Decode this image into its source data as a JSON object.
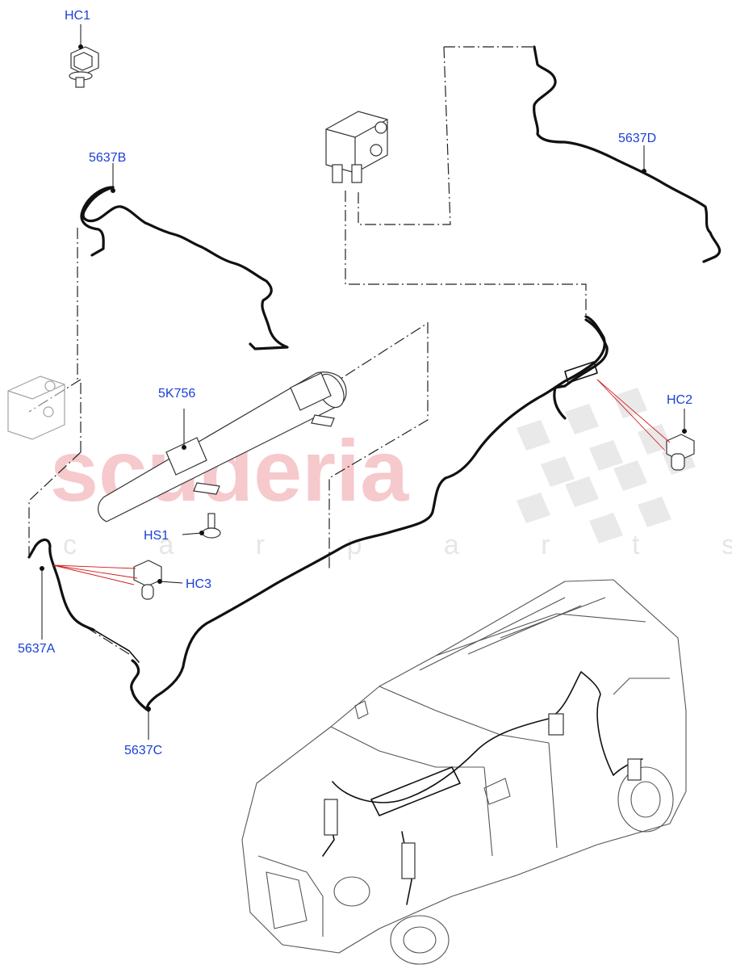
{
  "callouts": {
    "hc1": "HC1",
    "p5637b": "5637B",
    "p5637d": "5637D",
    "hc2": "HC2",
    "k756": "5K756",
    "hs1": "HS1",
    "hc3": "HC3",
    "p5637a": "5637A",
    "p5637c": "5637C"
  },
  "watermark": {
    "main": "scuderia",
    "sub": "c a r p a r t s"
  },
  "colors": {
    "callout_text": "#1a3fd6",
    "watermark": "#f6c9cc",
    "red_leader": "#d41c1c"
  }
}
